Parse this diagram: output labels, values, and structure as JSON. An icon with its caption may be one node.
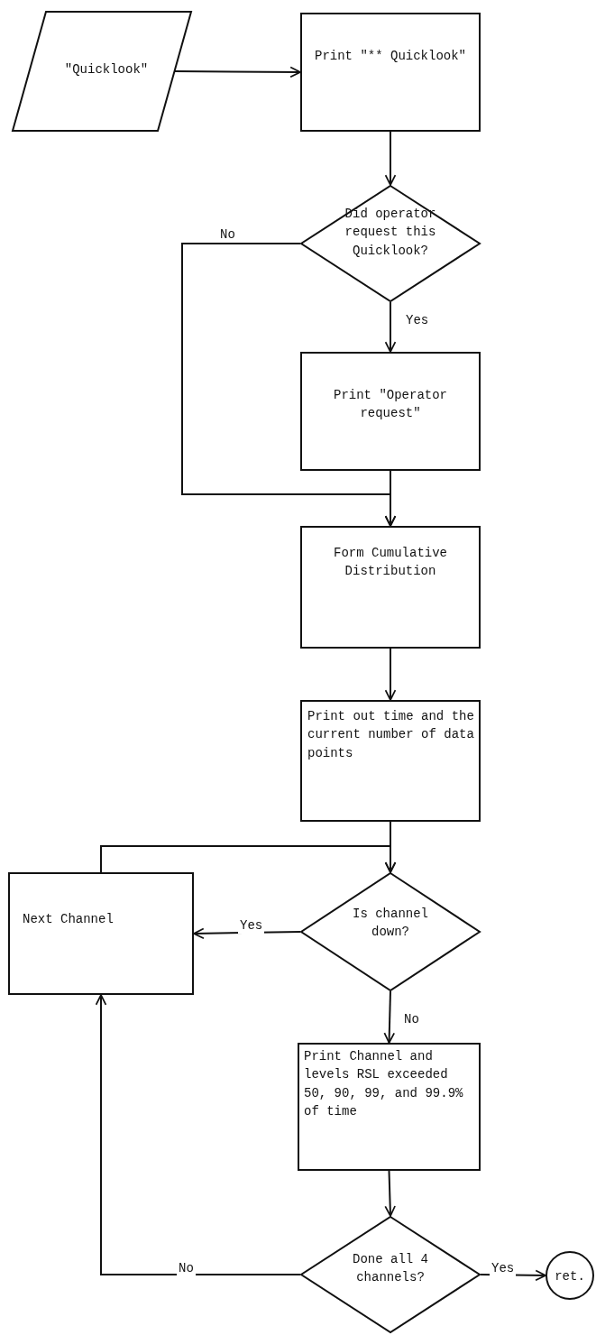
{
  "diagram": {
    "nodes": [
      {
        "text": [
          "\"Quicklook\""
        ]
      },
      {
        "text": [
          "Print \"** Quicklook\""
        ]
      },
      {
        "text": [
          "Did operator request this Quicklook?"
        ]
      },
      {
        "text": [
          "Print \"Operator request\""
        ]
      },
      {
        "text": [
          "Form Cumulative Distribution"
        ]
      },
      {
        "text": [
          "Print out time and the current number of data points"
        ]
      },
      {
        "text": [
          "Is channel down?"
        ]
      },
      {
        "text": [
          "Next Channel"
        ]
      },
      {
        "text": [
          "Print Channel and levels RSL exceeded 50, 90, 99, and 99.9% of time"
        ]
      },
      {
        "text": [
          "Done all 4 channels?"
        ]
      },
      {
        "text": [
          "ret."
        ]
      }
    ],
    "edges": [
      {
        "from": 0,
        "to": 1,
        "arrow": "to"
      },
      {
        "from": 1,
        "to": 2,
        "arrow": "to"
      },
      {
        "from": 2,
        "to": 3,
        "arrow": "to",
        "label": "Yes"
      },
      {
        "from": 2,
        "to": 4,
        "arrow": "to",
        "label": "No"
      },
      {
        "from": 3,
        "to": 4,
        "arrow": "to"
      },
      {
        "from": 4,
        "to": 5,
        "arrow": "to"
      },
      {
        "from": 5,
        "to": 6,
        "arrow": "to"
      },
      {
        "from": 6,
        "to": 7,
        "arrow": "to",
        "label": "Yes"
      },
      {
        "from": 7,
        "to": 6,
        "arrow": "to"
      },
      {
        "from": 6,
        "to": 8,
        "arrow": "to",
        "label": "No"
      },
      {
        "from": 8,
        "to": 9,
        "arrow": "to"
      },
      {
        "from": 9,
        "to": 10,
        "arrow": "to",
        "label": "Yes"
      },
      {
        "from": 9,
        "to": 7,
        "arrow": "to",
        "label": "No"
      }
    ]
  }
}
